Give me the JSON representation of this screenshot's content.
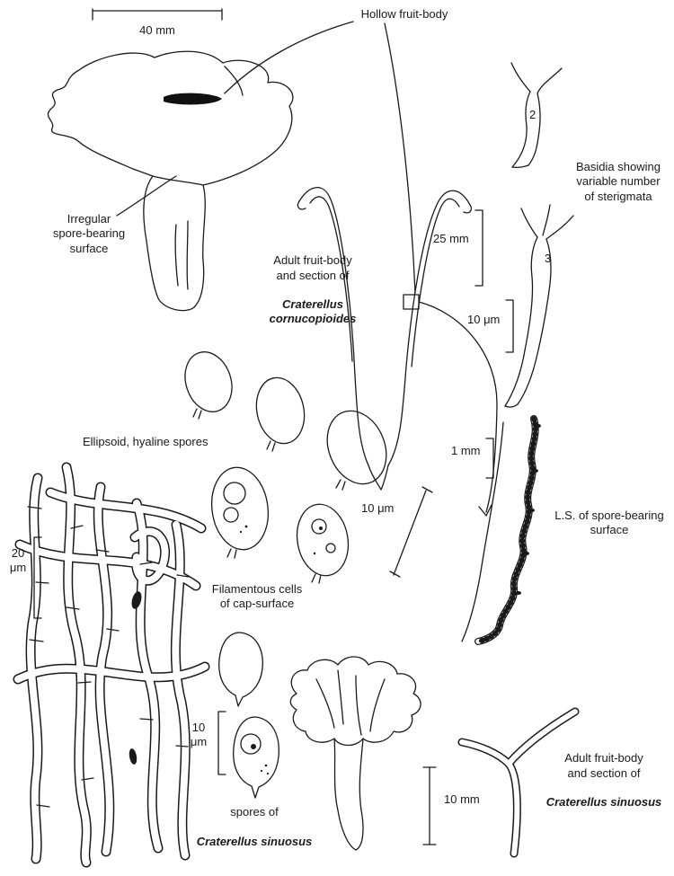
{
  "figure": {
    "title": "Craterellus illustration plate",
    "ink": "#1a1a1a",
    "background": "#ffffff"
  },
  "labels": {
    "scale_40mm": "40 mm",
    "hollow": "Hollow fruit-body",
    "irregular": "Irregular\nspore-bearing\nsurface",
    "adult_corn_plain": "Adult fruit-body\nand section of",
    "adult_corn_species": "Craterellus\ncornucopioides",
    "basidia": "Basidia  showing\nvariable  number\nof  sterigmata",
    "basidium_2": "2",
    "basidium_3": "3",
    "scale_25mm": "25 mm",
    "scale_10um_basidia": "10 μm",
    "ellipsoid": "Ellipsoid, hyaline spores",
    "scale_10um_spores": "10 μm",
    "scale_1mm": "1 mm",
    "ls_surface": "L.S. of spore-bearing\nsurface",
    "scale_20um": "20\nμm",
    "filamentous": "Filamentous cells\nof cap-surface",
    "scale_10um_sinuosus": "10\nμm",
    "spores_of_plain": "spores of",
    "spores_of_species": "Craterellus sinuosus",
    "scale_10mm": "10 mm",
    "adult_sin_plain": "Adult fruit-body\nand section of",
    "adult_sin_species": "Craterellus sinuosus"
  }
}
